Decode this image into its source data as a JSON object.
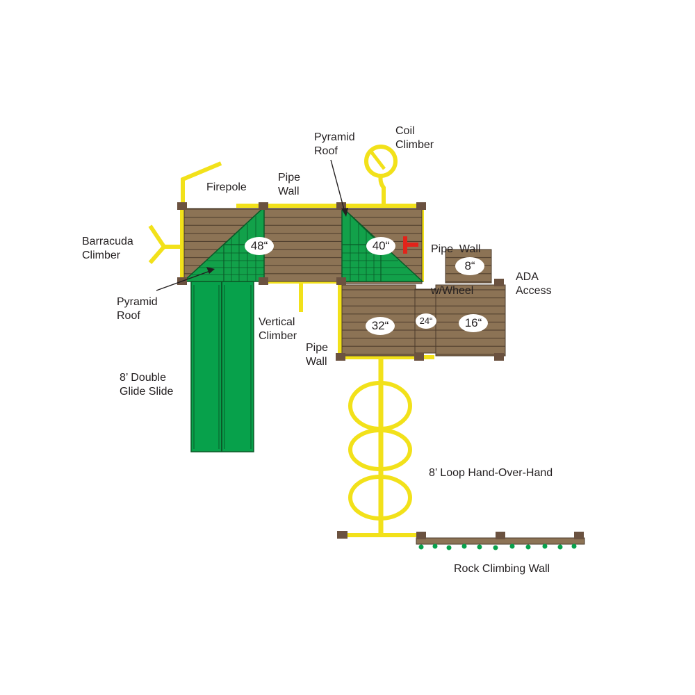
{
  "colors": {
    "wood": "#8c7355",
    "wood_line": "#4a3a2a",
    "post": "#6b5240",
    "pipe": "#f2e11a",
    "pipe_edge": "#b8a800",
    "roof": "#12a14a",
    "roof_line": "#0a5a28",
    "slide": "#07a14b",
    "wheel": "#e2231a",
    "text": "#231f20"
  },
  "labels": {
    "firepole": [
      "Firepole"
    ],
    "pipe_wall_top": [
      "Pipe",
      "Wall"
    ],
    "pyramid_roof_top": [
      "Pyramid",
      "Roof"
    ],
    "coil_climber": [
      "Coil",
      "Climber"
    ],
    "pipe_wall_wheel": [
      "Pipe  Wall",
      "w/Wheel"
    ],
    "barracuda_climber": [
      "Barracuda",
      "Climber"
    ],
    "pyramid_roof_left": [
      "Pyramid",
      "Roof"
    ],
    "vertical_climber": [
      "Vertical",
      "Climber"
    ],
    "ada_access": [
      "ADA",
      "Access"
    ],
    "pipe_wall_bottom": [
      "Pipe",
      "Wall"
    ],
    "double_glide_slide": [
      "8’ Double",
      "Glide Slide"
    ],
    "loop_hand_over_hand": [
      "8’ Loop Hand-Over-Hand"
    ],
    "rock_climbing_wall": [
      "Rock Climbing Wall"
    ]
  },
  "badges": {
    "deck_48": "48“",
    "deck_40": "40“",
    "deck_8": "8“",
    "deck_32": "32“",
    "deck_24": "24“",
    "deck_16": "16“"
  }
}
